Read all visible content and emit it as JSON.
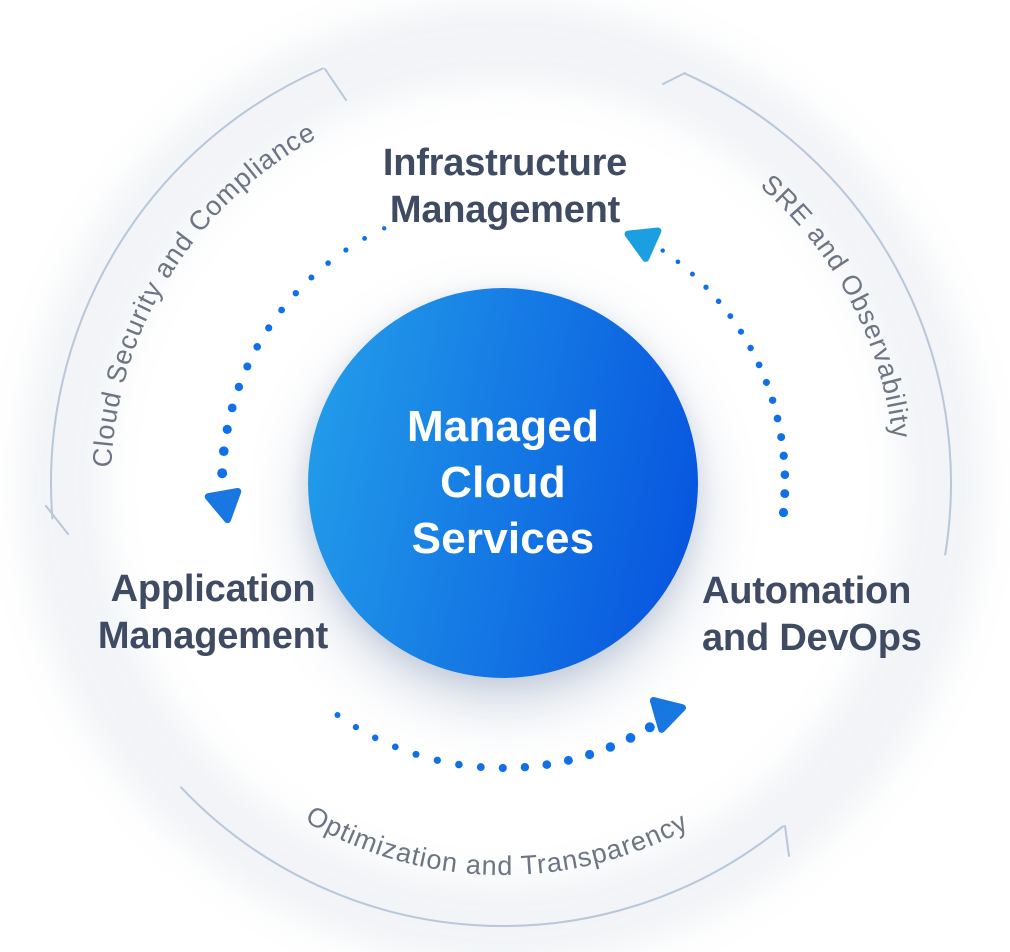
{
  "center": {
    "lines": [
      "Managed",
      "Cloud",
      "Services"
    ]
  },
  "nodes": [
    {
      "id": "infrastructure",
      "lines": [
        "Infrastructure",
        "Management"
      ]
    },
    {
      "id": "automation",
      "lines": [
        "Automation",
        "and DevOps"
      ]
    },
    {
      "id": "application",
      "lines": [
        "Application",
        "Management"
      ]
    }
  ],
  "arc_labels": [
    {
      "id": "security",
      "text": "Cloud Security and Compliance"
    },
    {
      "id": "sre",
      "text": "SRE and Observability"
    },
    {
      "id": "optimization",
      "text": "Optimization and Transparency"
    }
  ],
  "colors": {
    "hub_gradient_from": "#24A0EA",
    "hub_gradient_to": "#0857DF",
    "hub_text": "#FFFFFF",
    "node_label": "#3F4A63",
    "curved_label": "#6C7584",
    "outer_arc": "#B7C7DC",
    "dots": "#1070E8",
    "arrow_blue": "#1877E0",
    "arrow_light_blue": "#1B9FE0"
  }
}
